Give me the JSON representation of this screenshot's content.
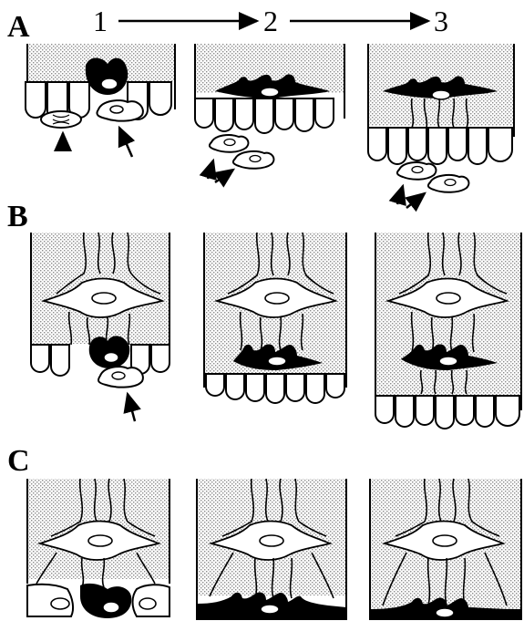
{
  "rows": [
    {
      "label": "A"
    },
    {
      "label": "B"
    },
    {
      "label": "C"
    }
  ],
  "stages": [
    "1",
    "2",
    "3"
  ],
  "colors": {
    "stipple": "#9a9a9a",
    "ink": "#000000",
    "paper": "#ffffff"
  }
}
